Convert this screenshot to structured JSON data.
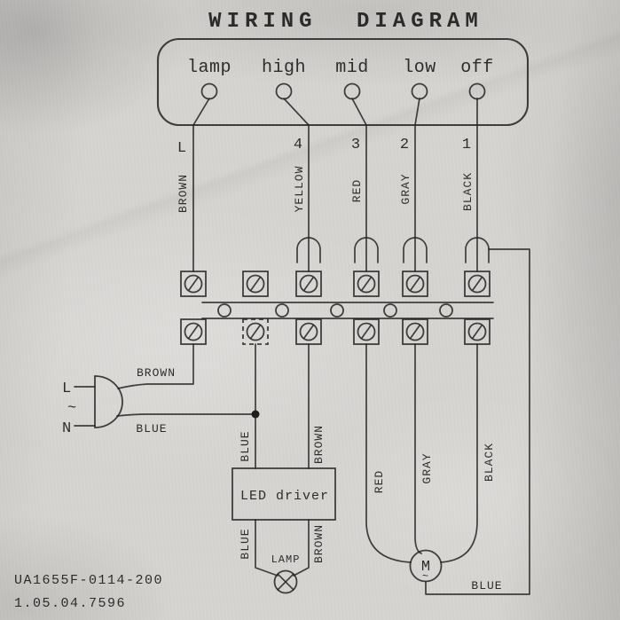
{
  "title": "WIRING DIAGRAM",
  "ink_color": "#1d1d1d",
  "paper_color": "#d6d4d1",
  "switch": {
    "positions": [
      "lamp",
      "high",
      "mid",
      "low",
      "off"
    ]
  },
  "wires": [
    {
      "terminal": "L",
      "color": "BROWN"
    },
    {
      "terminal": "4",
      "color": "YELLOW"
    },
    {
      "terminal": "3",
      "color": "RED"
    },
    {
      "terminal": "2",
      "color": "GRAY"
    },
    {
      "terminal": "1",
      "color": "BLACK"
    }
  ],
  "power_input": {
    "live": "L",
    "wave": "~",
    "neutral": "N",
    "live_wire": "BROWN",
    "neutral_wire": "BLUE"
  },
  "led_driver": {
    "label": "LED driver",
    "input_left": "BLUE",
    "input_right": "BROWN",
    "output_left": "BLUE",
    "output_right": "BROWN"
  },
  "lamp": {
    "label": "LAMP"
  },
  "motor": {
    "symbol": "M",
    "wave": "~",
    "lead_red": "RED",
    "lead_gray": "GRAY",
    "lead_black": "BLACK",
    "return_wire": "BLUE"
  },
  "footer": {
    "part_number": "UA1655F-0114-200",
    "code": "1.05.04.7596"
  }
}
